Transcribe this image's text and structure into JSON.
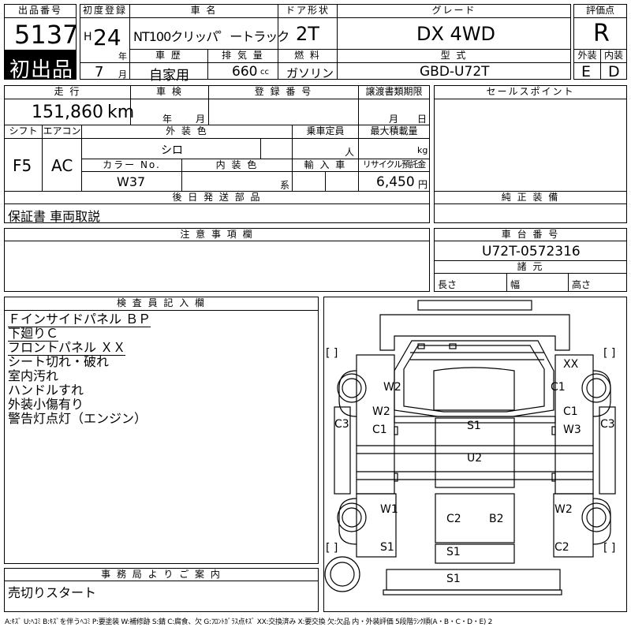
{
  "header": {
    "lot_label": "出品番号",
    "lot_number": "5137",
    "first_time_badge": "初出品",
    "first_reg_label": "初度登録",
    "era": "H",
    "reg_year": "24",
    "year_unit": "年",
    "reg_month": "7",
    "month_unit": "月",
    "car_name_label": "車 名",
    "car_name": "NT100クリッパ゜ートラック",
    "door_label": "ドア形状",
    "door": "2T",
    "grade_label": "グレード",
    "grade": "DX 4WD",
    "score_label": "評価点",
    "score": "R",
    "history_label": "車 歴",
    "history": "自家用",
    "displacement_label": "排 気 量",
    "displacement": "660",
    "displacement_unit": "cc",
    "fuel_label": "燃 料",
    "fuel": "ガソリン",
    "model_label": "型 式",
    "model": "GBD-U72T",
    "ext_label": "外装",
    "ext": "E",
    "int_label": "内装",
    "int": "D"
  },
  "info": {
    "mileage_label": "走 行",
    "mileage": "151,860",
    "mileage_unit": "km",
    "inspection_label": "車 検",
    "insp_year_unit": "年",
    "insp_month_unit": "月",
    "plate_label": "登 録 番 号",
    "transfer_label": "譲渡書類期限",
    "transfer_month": "月",
    "transfer_day": "日",
    "shift_label": "シフト",
    "shift": "F5",
    "ac_label": "エアコン",
    "ac": "AC",
    "color_label": "外 装 色",
    "color": "シロ",
    "capacity_label": "乗車定員",
    "capacity_unit": "人",
    "load_label": "最大積載量",
    "load_unit": "kg",
    "color_no_label": "カラー No.",
    "color_no": "W37",
    "int_color_label": "内 装 色",
    "int_color_unit": "系",
    "import_label": "輸 入 車",
    "recycle_label": "リサイクル預託金",
    "recycle": "6,450",
    "recycle_unit": "円",
    "later_label": "後 日 発 送 部 品",
    "later_items": "保証書 車両取説",
    "notice_label": "注 意 事 項 欄",
    "sales_label": "セールスポイント",
    "equip_label": "純 正 装 備",
    "chassis_label": "車 台 番 号",
    "chassis": "U72T-0572316",
    "dims_label": "諸 元",
    "length_label": "長さ",
    "width_label": "幅",
    "height_label": "高さ"
  },
  "inspector": {
    "label": "検 査 員 記 入 欄",
    "notes": [
      "Ｆインサイドパネル ＢＰ",
      "下廻りＣ",
      "フロントパネル ＸＸ",
      "シート切れ・破れ",
      "室内汚れ",
      "ハンドルすれ",
      "外装小傷有り",
      "警告灯点灯（エンジン）"
    ]
  },
  "office": {
    "label": "事 務 局 よ り ご 案 内",
    "message": "売切りスタート"
  },
  "diagram": {
    "bracket_left": "[ ]",
    "bracket_right": "[ ]",
    "marks": {
      "xx": "XX",
      "w2_fl": "W2",
      "c1_fr": "C1",
      "w2_l": "W2",
      "c1_l": "C1",
      "c1_r": "C1",
      "w3_r": "W3",
      "c3_l": "C3",
      "c3_r": "C3",
      "s1_center": "S1",
      "u2": "U2",
      "w1_rl": "W1",
      "w2_rr": "W2",
      "c2_bed": "C2",
      "b2_bed": "B2",
      "s1_rl": "S1",
      "c2_rr": "C2",
      "s1_rear": "S1",
      "s1_bumper": "S1"
    }
  },
  "legend": "A:ｷｽﾞ U:ﾍｺﾐ B:ｷｽﾞを伴うﾍｺﾐ P:要塗装 W:補修跡 S:錆 C:腐食、欠 G:ﾌﾛﾝﾄｶﾞﾗｽ点ｷｽﾞ XX:交換済み X:要交換 欠:欠品 内・外装評価 5段階ﾗﾝｸ順(A・B・C・D・E) 2"
}
